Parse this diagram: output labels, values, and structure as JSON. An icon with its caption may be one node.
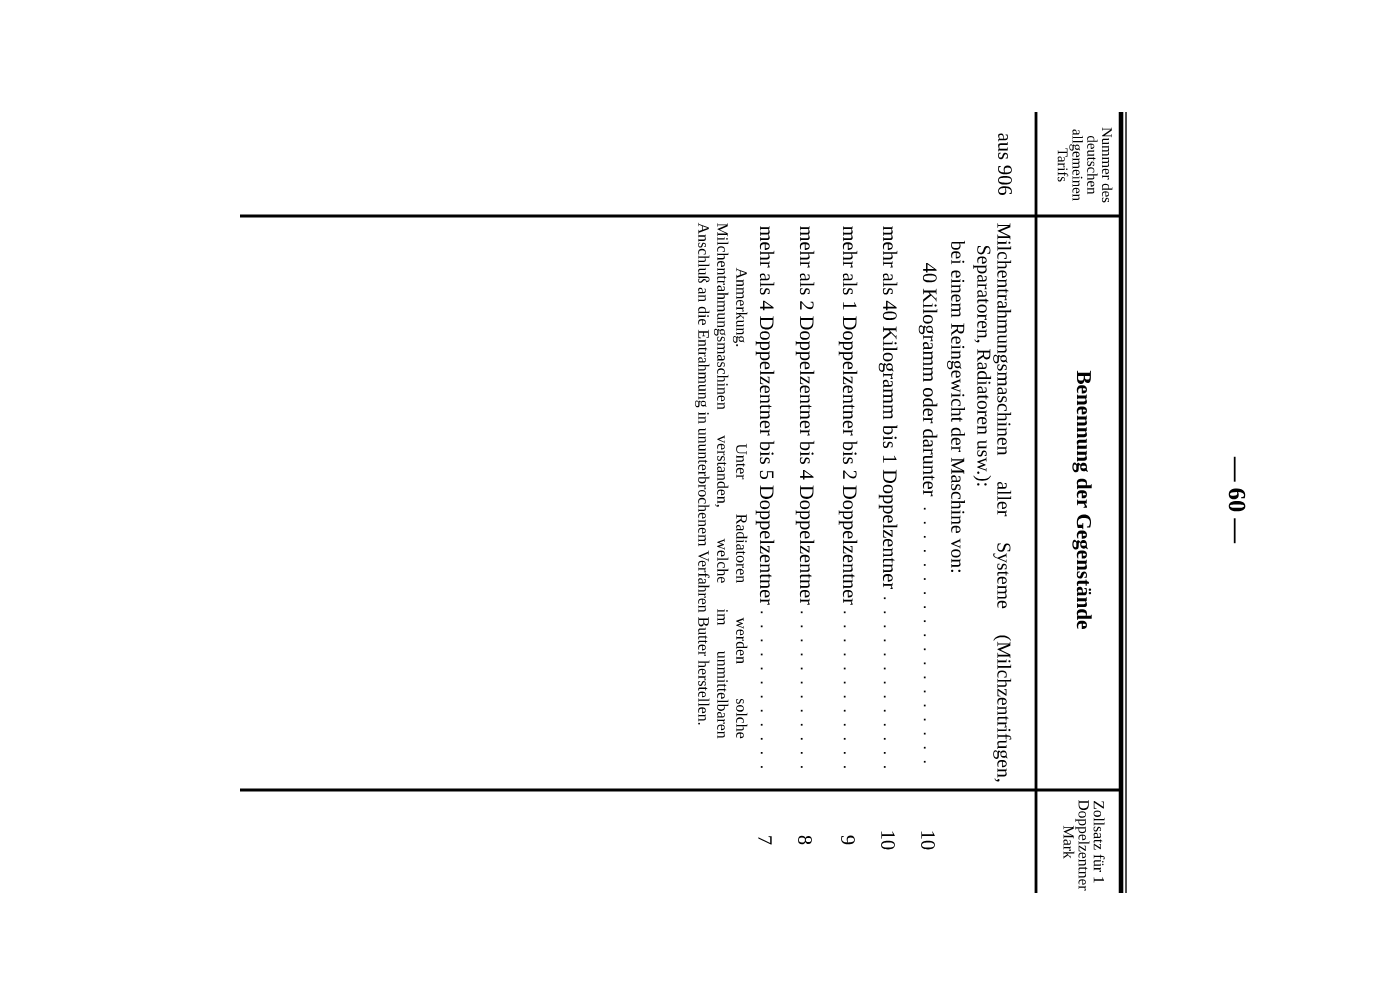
{
  "diagram": {
    "labels": [
      "— 60 —",
      "Nummer des deutschen allgemeinen Tarifs",
      "Benennung der Gegenstände",
      "Zollsatz für 1 Doppelzentner Mark",
      "aus 906",
      "Milchentrahmungsmaschinen aller Systeme (Milchzentrifugen, Separatoren, Radiatoren usw.):",
      "bei einem Reingewicht der Maschine von:",
      "40 Kilogramm oder darunter",
      "10",
      "mehr als 40 Kilogramm bis 1 Doppelzentner",
      "10",
      "mehr als 1 Doppelzentner bis 2 Doppelzentner",
      "9",
      "mehr als 2 Doppelzentner bis 4 Doppelzentner",
      "8",
      "mehr als 4 Doppelzentner bis 5 Doppelzentner",
      "7",
      "Anmerkung. Unter Radiatoren werden solche Milchentrahmungsmaschinen verstanden, welche im unmittelbaren Anschluß an die Entrahmung in ununterbrochenem Verfahren Butter herstellen."
    ]
  }
}
